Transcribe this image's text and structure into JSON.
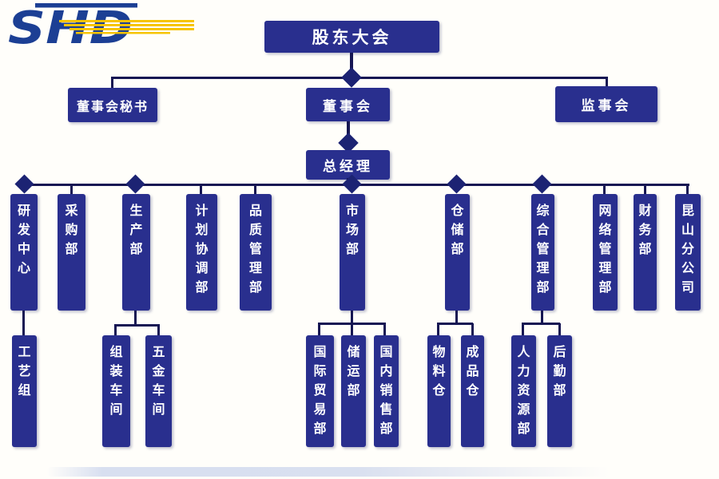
{
  "logo": {
    "text": "SHD",
    "blue": "#1c3f94",
    "yellow": "#f6c400"
  },
  "colors": {
    "node_fill": "#292f8e",
    "node_text": "#ffffff",
    "connector": "#161653",
    "diamond": "#1c2373",
    "background": "#fffefa"
  },
  "nodes": {
    "shareholders_meeting": "股东大会",
    "board_secretary": "董事会秘书",
    "board_of_directors": "董事会",
    "supervisory_board": "监事会",
    "general_manager": "总经理",
    "rd_center": "研发中心",
    "purchasing_dept": "采购部",
    "production_dept": "生产部",
    "planning_coordination_dept": "计划协调部",
    "quality_management_dept": "品质管理部",
    "marketing_dept": "市场部",
    "warehousing_dept": "仓储部",
    "general_management_dept": "综合管理部",
    "network_management_dept": "网络管理部",
    "finance_dept": "财务部",
    "kunshan_branch": "昆山分公司",
    "craft_group": "工艺组",
    "assembly_workshop": "组装车间",
    "hardware_workshop": "五金车间",
    "international_trade_dept": "国际贸易部",
    "storage_transport_dept": "储运部",
    "domestic_sales_dept": "国内销售部",
    "material_warehouse": "物料仓",
    "finished_goods_warehouse": "成品仓",
    "hr_dept": "人力资源部",
    "logistics_dept": "后勤部"
  }
}
